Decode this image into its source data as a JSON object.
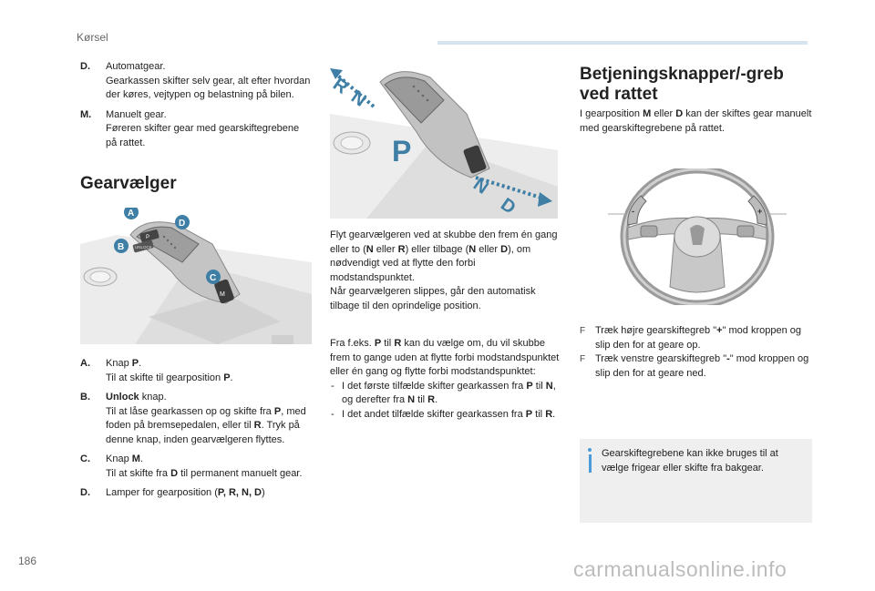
{
  "header": {
    "section": "Kørsel",
    "page_number": "186"
  },
  "watermark": "carmanualsonline.info",
  "left_top_list": [
    {
      "key": "D.",
      "title": "Automatgear.",
      "desc": "Gearkassen skifter selv gear, alt efter hvordan der køres, vejtypen og belastning på bilen."
    },
    {
      "key": "M.",
      "title": "Manuelt gear.",
      "desc": "Føreren skifter gear med gearskiftegrebene på rattet."
    }
  ],
  "gearvaelger": {
    "heading": "Gearvælger",
    "callouts": {
      "a": "A",
      "b": "B",
      "c": "C",
      "d": "D"
    },
    "lever_labels": {
      "unlock": "UNLOCK",
      "p": "P",
      "m": "M"
    },
    "items": [
      {
        "key": "A.",
        "t1": "Knap ",
        "b1": "P",
        "t2": ".",
        "desc": "Til at skifte til gearposition ",
        "desc_b": "P",
        "desc_end": "."
      },
      {
        "key": "B.",
        "t1": "",
        "b1": "Unlock",
        "t2": " knap.",
        "desc": "Til at låse gearkassen op og skifte fra ",
        "desc_b": "P",
        "desc_end": ", med foden på bremsepedalen, eller til ",
        "desc_b2": "R",
        "desc_end2": ". Tryk på denne knap, inden gearvælgeren flyttes."
      },
      {
        "key": "C.",
        "t1": "Knap ",
        "b1": "M",
        "t2": ".",
        "desc": "Til at skifte fra ",
        "desc_b": "D",
        "desc_end": " til permanent manuelt gear."
      },
      {
        "key": "D.",
        "t1": "Lamper for gearposition (",
        "b1": "P, R, N, D",
        "t2": ")"
      }
    ]
  },
  "middle_illustration": {
    "letters": {
      "r": "R",
      "n1": "N",
      "p": "P",
      "n2": "N",
      "d": "D"
    }
  },
  "middle_text": {
    "p1_a": "Flyt gearvælgeren ved at skubbe den frem én gang eller to (",
    "p1_b1": "N",
    "p1_c": " eller ",
    "p1_b2": "R",
    "p1_d": ") eller tilbage (",
    "p1_b3": "N",
    "p1_e": " eller ",
    "p1_b4": "D",
    "p1_f": "), om nødvendigt ved at flytte den forbi modstandspunktet.",
    "p2": "Når gearvælgeren slippes, går den automatisk tilbage til den oprindelige position.",
    "p3_a": "Fra f.eks. ",
    "p3_b1": "P",
    "p3_c": " til ",
    "p3_b2": "R",
    "p3_d": " kan du vælge om, du vil skubbe frem to gange uden at flytte forbi modstandspunktet eller én gang og flytte forbi modstandspunktet:",
    "d1_a": "I det første tilfælde skifter gearkassen fra ",
    "d1_b1": "P",
    "d1_c": " til ",
    "d1_b2": "N",
    "d1_d": ", og derefter fra ",
    "d1_b3": "N",
    "d1_e": " til ",
    "d1_b4": "R",
    "d1_f": ".",
    "d2_a": "I det andet tilfælde skifter gearkassen fra ",
    "d2_b1": "P",
    "d2_c": " til ",
    "d2_b2": "R",
    "d2_d": "."
  },
  "right": {
    "heading_line1": "Betjeningsknapper/-greb",
    "heading_line2": "ved rattet",
    "intro_a": "I gearposition ",
    "intro_b1": "M",
    "intro_c": " eller ",
    "intro_b2": "D",
    "intro_d": " kan der skiftes gear manuelt med gearskiftegrebene på rattet.",
    "wheel_marks": {
      "plus": "+",
      "minus": "-"
    },
    "bullet1_a": "Træk højre gearskiftegreb \"",
    "bullet1_b": "+",
    "bullet1_c": "\" mod kroppen og slip den for at geare op.",
    "bullet2_a": "Træk venstre gearskiftegreb \"",
    "bullet2_b": "-",
    "bullet2_c": "\" mod kroppen og slip den for at geare ned.",
    "info": "Gearskiftegrebene kan ikke bruges til at vælge frigear eller skifte fra bakgear."
  },
  "colors": {
    "accent_blue": "#4a9bd9",
    "callout_blue": "#3f7fa6",
    "infobox_bg": "#efefef",
    "header_line": "#d6e4ef"
  }
}
